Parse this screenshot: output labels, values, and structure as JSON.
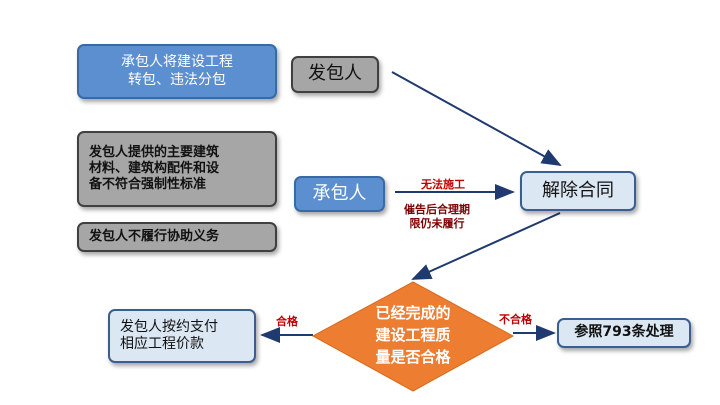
{
  "boxes": {
    "subcontract": "承包人将建设工程\n转包、违法分包",
    "employer_top": "发包人",
    "materials": "发包人提供的主要建筑\n材料、建筑构配件和设\n备不符合强制性标准",
    "no_assist": "发包人不履行协助义务",
    "contractor": "承包人",
    "terminate": "解除合同",
    "pay": "发包人按约支付\n相应工程价款",
    "refer": "参照793条处理"
  },
  "decision": "已经完成的\n建设工程质\n量是否合格",
  "edges": {
    "no_construct": "无法施工",
    "overdue": "催告后合理期\n限仍未履行",
    "qualified": "合格",
    "unqualified": "不合格"
  },
  "colors": {
    "blue": "#5b8fd0",
    "gray": "#a6a6a6",
    "light_blue": "#dce7f4",
    "arrow": "#1f3a6e",
    "diamond": "#ed7d31",
    "label_red": "#c00000"
  }
}
